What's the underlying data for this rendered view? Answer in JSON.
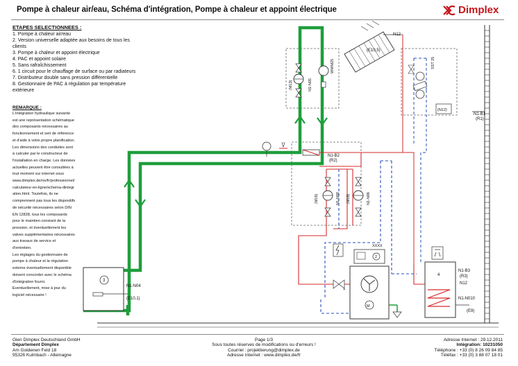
{
  "header": {
    "title": "Pompe à chaleur air/eau, Schéma d'intégration, Pompe à chaleur et appoint électrique",
    "logo_text": "Dimplex",
    "logo_color": "#c4161c"
  },
  "steps": {
    "heading": "ETAPES SELECTIONNEES :",
    "items": [
      "1. Pompe à chaleur air/eau",
      "2. Version universelle adaptée aux besoins de tous les clients",
      "3. Pompe à chaleur et appoint électrique",
      "4. PAC et appoint solaire",
      "5. Sans rafraîchissement",
      "6. 1 circuit pour le chauffage de surface ou par radiateurs",
      "7. Distributeur double sans pression différentielle",
      "8. Gestionnaire de PAC à régulation par température extérieure"
    ]
  },
  "remark": {
    "heading": "REMARQUE :",
    "text": "L'intégration hydraulique suivante\nest une représentation schématique\ndes composants nécessaires au\nfonctionnement et sert de référence\net d'aide à votre propre planification.\nLes dimensions des conduites sont\nà calculer par le constructeur de\nl'installation en charge. Les données\nactuelles peuvent être consultées à\ntout moment sur internet sous\nwww.dimplex.de/no/fr/professionnel/\ncalculateur-en-ligne/schema-dintegr\nation.html. Toutefois, ils ne\ncomprennent pas tous les dispositifs\nde sécurité nécessaires selon DIN\nEN 12828, tous les composants\npour le maintien constant de la\npression, et éventuellement les\nvalves supplémentaires nécessaires\naux travaux de service et\nd'entretien.\nLes réglages du gestionnaire de\npompe à chaleur et la régulation\nexterne éventuellement disponible\ndoivent concorder avec le schéma\nd'intégration fourni.\nEventuellement, mise à jour du\nlogiciel nécessaire !"
  },
  "diagram": {
    "labels": {
      "n12_top": "N12",
      "e105_top": "(E10,5)",
      "m13": "(M13)",
      "n1n05": "N1-N05",
      "wwm25": "WWM25",
      "sst25": "SST 25",
      "n12_box": "(N12)",
      "n1b1": "N1-B1",
      "r1": "(R1)",
      "n1b2": "N1-B2",
      "r2": "(R2)",
      "m16": "(M16)",
      "n1n09": "N1-N09",
      "m18": "(M18)",
      "n1n06": "N1-N06",
      "unit3": "3",
      "n1n04": "N1-N04",
      "e101": "(E10,1)",
      "display": "XXXX",
      "unit2": "2",
      "unit1": "1",
      "unit4": "4",
      "n1b3": "N1-B3",
      "r3": "(R3)",
      "n12_right": "N12",
      "n1n010": "N1-N010",
      "e9": "(E9)",
      "m_pump": "M"
    },
    "colors": {
      "green": "#1e9e3c",
      "red": "#d62a2a",
      "blue": "#2a4fb8",
      "dashed_box": "#666666"
    }
  },
  "footer": {
    "left": [
      "Glen Dimplex Deutschland GmbH",
      "Département Dimplex",
      "Am Goldenen Feld 18",
      "95326 Kulmbach - Allemagne"
    ],
    "mid": [
      "Page 1/3",
      "Sous toutes réserves de modifications ou d'erreurs !",
      "Courriel : projektierung@dimplex.de",
      "Adresse Internet : www.dimplex.de/fr"
    ],
    "right": [
      "Adresse Internet : 29.12.2011",
      "Intégration: 10231050",
      "Téléphone : +33 (0) 8 26 09 84 85",
      "Téléfax : +33 (0) 3 88 07 18 01"
    ]
  }
}
